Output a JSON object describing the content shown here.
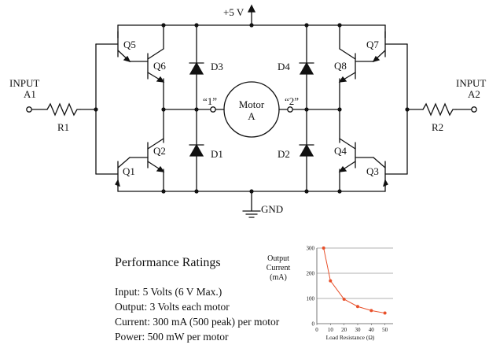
{
  "circuit": {
    "supply_label": "+5 V",
    "ground_label": "GND",
    "input_a1": {
      "title": "INPUT",
      "name": "A1"
    },
    "input_a2": {
      "title": "INPUT",
      "name": "A2"
    },
    "resistors": {
      "r1": "R1",
      "r2": "R2"
    },
    "transistors": {
      "q1": "Q1",
      "q2": "Q2",
      "q3": "Q3",
      "q4": "Q4",
      "q5": "Q5",
      "q6": "Q6",
      "q7": "Q7",
      "q8": "Q8"
    },
    "diodes": {
      "d1": "D1",
      "d2": "D2",
      "d3": "D3",
      "d4": "D4"
    },
    "motor": {
      "line1": "Motor",
      "line2": "A"
    },
    "terminal_1": "“1”",
    "terminal_2": "“2”"
  },
  "performance": {
    "title": "Performance Ratings",
    "lines": [
      "Input: 5 Volts (6 V Max.)",
      "Output: 3 Volts each motor",
      "Current: 300 mA (500 peak) per motor",
      "Power: 500 mW per motor"
    ]
  },
  "chart_data": {
    "type": "line",
    "ylabel_lines": [
      "Output",
      "Current",
      "(mA)"
    ],
    "xlabel": "Load Resistance (Ω)",
    "x": [
      5,
      10,
      20,
      30,
      40,
      50
    ],
    "values": [
      300,
      170,
      97,
      68,
      52,
      42
    ],
    "xticks": [
      "0",
      "10",
      "20",
      "30",
      "40",
      "50"
    ],
    "xtick_values": [
      0,
      10,
      20,
      30,
      40,
      50
    ],
    "yticks": [
      "0",
      "100",
      "200",
      "300"
    ],
    "ytick_values": [
      0,
      100,
      200,
      300
    ],
    "xlim": [
      0,
      56
    ],
    "ylim": [
      0,
      300
    ],
    "grid": true,
    "line_color": "#e8502a"
  }
}
